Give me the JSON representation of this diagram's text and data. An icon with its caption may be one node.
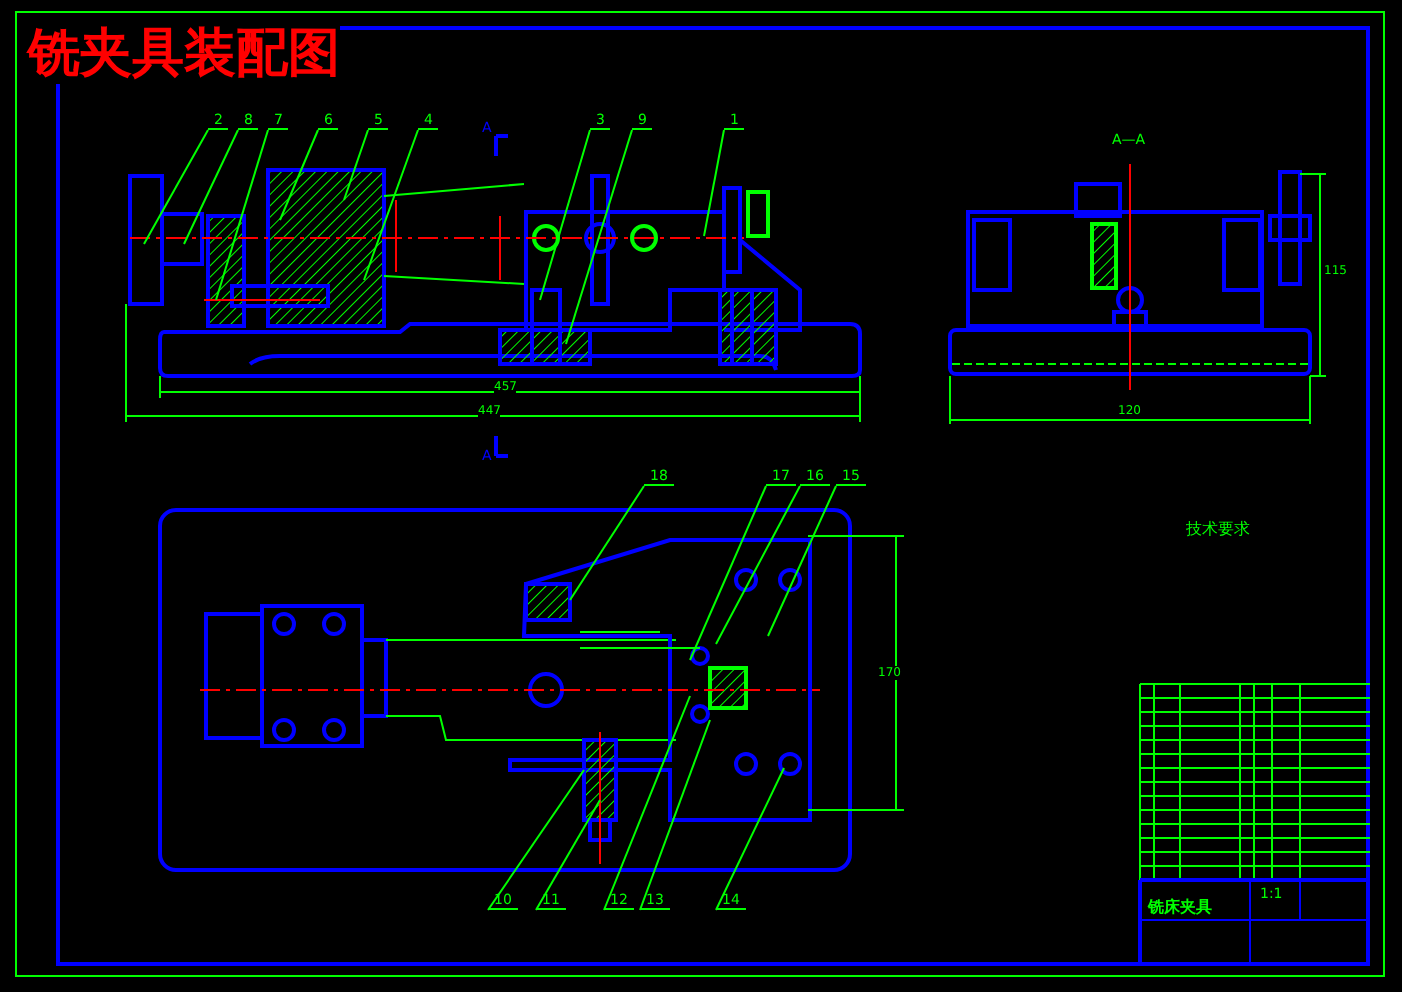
{
  "diagram": {
    "title": "铣夹具装配图",
    "nodes": [
      {
        "text": [
          "2"
        ]
      },
      {
        "text": [
          "8"
        ]
      },
      {
        "text": [
          "7"
        ]
      },
      {
        "text": [
          "6"
        ]
      },
      {
        "text": [
          "5"
        ]
      },
      {
        "text": [
          "4"
        ]
      },
      {
        "text": [
          "3"
        ]
      },
      {
        "text": [
          "9"
        ]
      },
      {
        "text": [
          "1"
        ]
      },
      {
        "text": [
          "18"
        ]
      },
      {
        "text": [
          "17"
        ]
      },
      {
        "text": [
          "16"
        ]
      },
      {
        "text": [
          "15"
        ]
      },
      {
        "text": [
          "10"
        ]
      },
      {
        "text": [
          "11"
        ]
      },
      {
        "text": [
          "12"
        ]
      },
      {
        "text": [
          "13"
        ]
      },
      {
        "text": [
          "14"
        ]
      }
    ],
    "edges": [
      {
        "from": 0,
        "to": null,
        "arrow": "none"
      },
      {
        "from": 1,
        "to": null,
        "arrow": "none"
      },
      {
        "from": 2,
        "to": null,
        "arrow": "none"
      },
      {
        "from": 3,
        "to": null,
        "arrow": "none"
      },
      {
        "from": 4,
        "to": null,
        "arrow": "none"
      },
      {
        "from": 5,
        "to": null,
        "arrow": "none"
      },
      {
        "from": 6,
        "to": null,
        "arrow": "none"
      },
      {
        "from": 7,
        "to": null,
        "arrow": "none"
      },
      {
        "from": 8,
        "to": null,
        "arrow": "none"
      },
      {
        "from": 9,
        "to": null,
        "arrow": "none"
      },
      {
        "from": 10,
        "to": null,
        "arrow": "none"
      },
      {
        "from": 11,
        "to": null,
        "arrow": "none"
      },
      {
        "from": 12,
        "to": null,
        "arrow": "none"
      },
      {
        "from": 13,
        "to": null,
        "arrow": "none"
      },
      {
        "from": 14,
        "to": null,
        "arrow": "none"
      },
      {
        "from": 15,
        "to": null,
        "arrow": "none"
      },
      {
        "from": 16,
        "to": null,
        "arrow": "none"
      },
      {
        "from": 17,
        "to": null,
        "arrow": "none"
      }
    ],
    "labels": [
      "A",
      "A—A",
      "457",
      "447",
      "120",
      "115",
      "A",
      "170",
      "技术要求",
      "铣床夹具",
      "1:1"
    ]
  }
}
